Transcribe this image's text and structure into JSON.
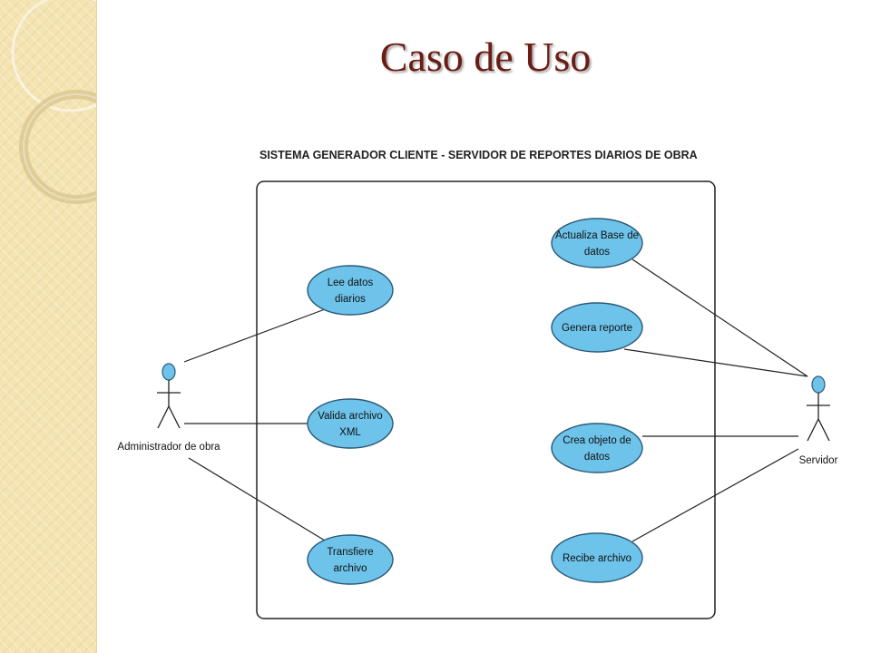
{
  "slide": {
    "title": "Caso de Uso"
  },
  "diagram": {
    "system_title": "SISTEMA GENERADOR CLIENTE - SERVIDOR DE REPORTES DIARIOS DE OBRA",
    "actors": [
      {
        "id": "admin",
        "label": "Administrador de obra"
      },
      {
        "id": "server",
        "label": "Servidor"
      }
    ],
    "use_cases": [
      {
        "id": "lee",
        "lines": [
          "Lee datos",
          "diarios"
        ]
      },
      {
        "id": "valida",
        "lines": [
          "Valida archivo",
          "XML"
        ]
      },
      {
        "id": "transfiere",
        "lines": [
          "Transfiere",
          "archivo"
        ]
      },
      {
        "id": "actualiza",
        "lines": [
          "Actualiza Base de",
          "datos"
        ]
      },
      {
        "id": "genera",
        "lines": [
          "Genera reporte"
        ]
      },
      {
        "id": "crea",
        "lines": [
          "Crea objeto de",
          "datos"
        ]
      },
      {
        "id": "recibe",
        "lines": [
          "Recibe archivo"
        ]
      }
    ],
    "colors": {
      "use_case_fill": "#6ec3ea",
      "use_case_stroke": "#2a5a78",
      "actor_head": "#6ec3ea"
    }
  }
}
